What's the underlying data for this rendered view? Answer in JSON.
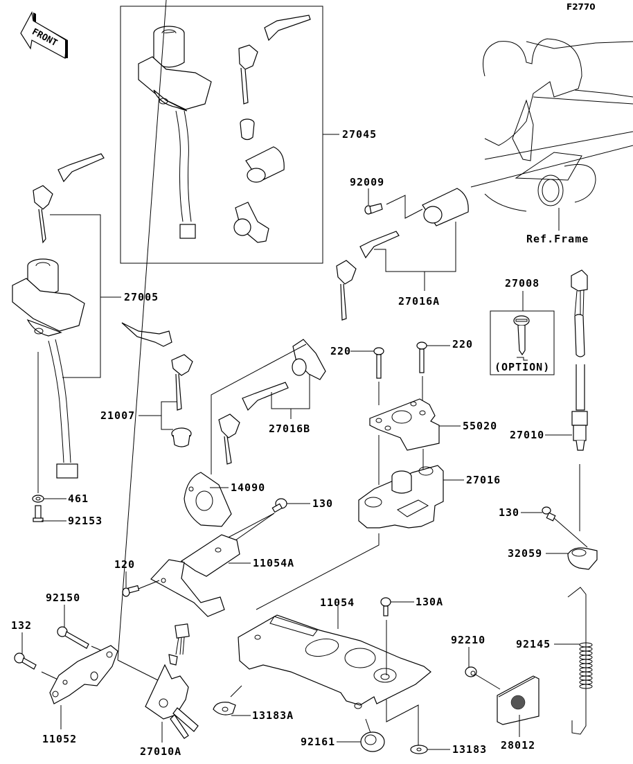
{
  "diagram": {
    "figure_code": "F2770",
    "orientation_marker": "FRONT",
    "reference_note": "Ref.Frame",
    "option_note": "(OPTION)",
    "callouts": [
      {
        "id": "27045",
        "label": "27045",
        "part": "ignition switch & lock set (boxed kit)"
      },
      {
        "id": "27005",
        "label": "27005",
        "part": "ignition switch"
      },
      {
        "id": "21007",
        "label": "21007",
        "part": "key & lock cylinder"
      },
      {
        "id": "461",
        "label": "461",
        "part": "washer"
      },
      {
        "id": "92153",
        "label": "92153",
        "part": "bolt"
      },
      {
        "id": "92009",
        "label": "92009",
        "part": "screw"
      },
      {
        "id": "27016A",
        "label": "27016A",
        "part": "lock with keys"
      },
      {
        "id": "27016B",
        "label": "27016B",
        "part": "lock with keys"
      },
      {
        "id": "27008",
        "label": "27008",
        "part": "key blank"
      },
      {
        "id": "220a",
        "label": "220",
        "part": "screw"
      },
      {
        "id": "220b",
        "label": "220",
        "part": "screw"
      },
      {
        "id": "55020",
        "label": "55020",
        "part": "plate"
      },
      {
        "id": "27016",
        "label": "27016",
        "part": "lock assy"
      },
      {
        "id": "27010",
        "label": "27010",
        "part": "switch"
      },
      {
        "id": "14090",
        "label": "14090",
        "part": "cover"
      },
      {
        "id": "130a",
        "label": "130",
        "part": "bolt"
      },
      {
        "id": "11054A",
        "label": "11054A",
        "part": "bracket"
      },
      {
        "id": "120",
        "label": "120",
        "part": "bolt"
      },
      {
        "id": "130b",
        "label": "130",
        "part": "bolt"
      },
      {
        "id": "32059",
        "label": "32059",
        "part": "clamp"
      },
      {
        "id": "92150",
        "label": "92150",
        "part": "bolt"
      },
      {
        "id": "132",
        "label": "132",
        "part": "bolt"
      },
      {
        "id": "11052",
        "label": "11052",
        "part": "bracket"
      },
      {
        "id": "27010A",
        "label": "27010A",
        "part": "switch"
      },
      {
        "id": "11054",
        "label": "11054",
        "part": "bracket"
      },
      {
        "id": "130A",
        "label": "130A",
        "part": "bolt"
      },
      {
        "id": "13183A",
        "label": "13183A",
        "part": "clip"
      },
      {
        "id": "92161",
        "label": "92161",
        "part": "damper"
      },
      {
        "id": "13183",
        "label": "13183",
        "part": "washer"
      },
      {
        "id": "92210",
        "label": "92210",
        "part": "nut"
      },
      {
        "id": "28012",
        "label": "28012",
        "part": "key card"
      },
      {
        "id": "92145",
        "label": "92145",
        "part": "spring"
      }
    ]
  }
}
